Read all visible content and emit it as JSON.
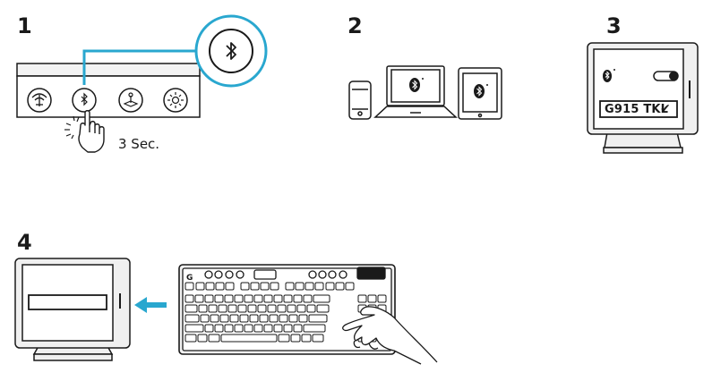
{
  "steps": [
    {
      "number": "1"
    },
    {
      "number": "2"
    },
    {
      "number": "3"
    },
    {
      "number": "4"
    }
  ],
  "step1": {
    "duration_label": "3 Sec."
  },
  "step3": {
    "device_name": "G915 TKL",
    "check_mark": "✔"
  },
  "colors": {
    "accent": "#29a7cf",
    "line": "#1a1a1a",
    "panel": "#f0f0f0"
  }
}
